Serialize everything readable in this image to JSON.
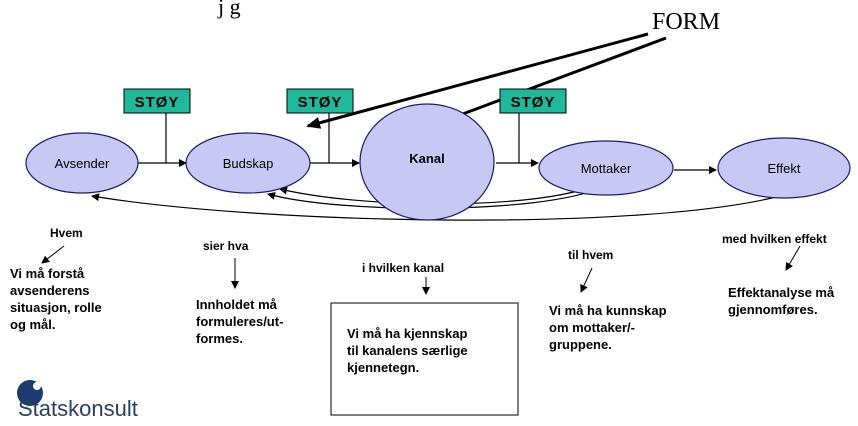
{
  "top_caption": "j g",
  "form_label": "FORM",
  "noise_label": "STØY",
  "nodes": [
    {
      "label": "Avsender"
    },
    {
      "label": "Budskap"
    },
    {
      "label": "Kanal"
    },
    {
      "label": "Mottaker"
    },
    {
      "label": "Effekt"
    }
  ],
  "questions": {
    "hvem": "Hvem",
    "hva": "sier hva",
    "kanal": "i hvilken kanal",
    "til_hvem": "til hvem",
    "effekt": "med hvilken effekt"
  },
  "notes": {
    "avsender": [
      "Vi må forstå",
      "avsenderens",
      "situasjon, rolle",
      "og  mål."
    ],
    "budskap": [
      "Innholdet må",
      "formuleres/ut-",
      "formes."
    ],
    "kanal": [
      "Vi må ha kjennskap",
      "til kanalens særlige",
      "kjennetegn."
    ],
    "mottaker": [
      "Vi må ha kunnskap",
      "om mottaker/-",
      "gruppene."
    ],
    "effekt": [
      "Effektanalyse må",
      "gjennomføres."
    ]
  },
  "logo": "Statskonsult",
  "colors": {
    "node_fill": "#c8c8f4",
    "node_stroke": "#1a1a70",
    "noise_fill": "#1fb89a",
    "line": "#000000",
    "logo_dot": "#1e3a6e",
    "logo_text": "#2a3f5f"
  }
}
